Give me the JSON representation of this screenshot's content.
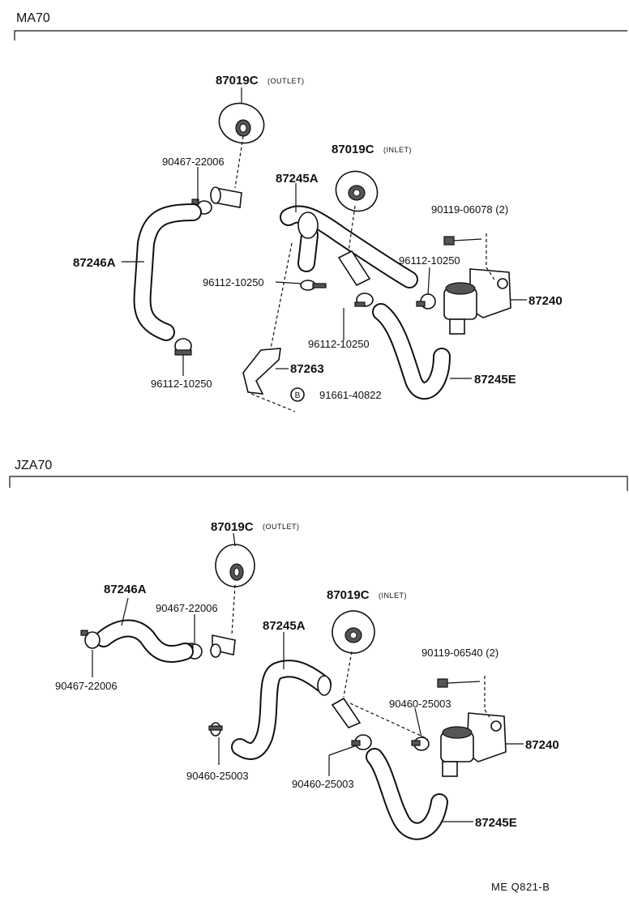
{
  "sections": {
    "ma70": {
      "title": "MA70",
      "labels": {
        "outlet_part": "87019C",
        "outlet_note": "(OUTLET)",
        "inlet_part": "87019C",
        "inlet_note": "(INLET)",
        "clip_upper_left": "90467-22006",
        "hose_a": "87245A",
        "hose_left": "87246A",
        "bolt": "90119-06078 (2)",
        "clamp_mid": "96112-10250",
        "clamp_right": "96112-10250",
        "valve": "87240",
        "clamp_lower_mid": "96112-10250",
        "clamp_lower_left": "96112-10250",
        "bracket": "87263",
        "screw_mark": "B",
        "screw": "91661-40822",
        "hose_e": "87245E"
      }
    },
    "jza70": {
      "title": "JZA70",
      "labels": {
        "outlet_part": "87019C",
        "outlet_note": "(OUTLET)",
        "inlet_part": "87019C",
        "inlet_note": "(INLET)",
        "hose_left": "87246A",
        "clip_upper": "90467-22006",
        "clip_left": "90467-22006",
        "hose_a": "87245A",
        "bolt": "90119-06540 (2)",
        "clamp_right": "90460-25003",
        "valve": "87240",
        "clamp_lower_left": "90460-25003",
        "clamp_lower_mid": "90460-25003",
        "hose_e": "87245E"
      }
    }
  },
  "footer": "ME  Q821-B"
}
